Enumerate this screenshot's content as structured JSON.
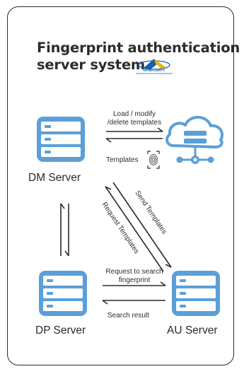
{
  "title": {
    "line1": "Fingerprint authentication",
    "line2": "server system"
  },
  "logo": {
    "text": "HFSECURITY"
  },
  "nodes": {
    "dm": {
      "label": "DM Server",
      "icon": "server-icon"
    },
    "cloud": {
      "icon": "cloud-network-icon"
    },
    "dp": {
      "label": "DP Server",
      "icon": "server-icon"
    },
    "au": {
      "label": "AU Server",
      "icon": "server-icon"
    }
  },
  "edges": {
    "load": {
      "line1": "Load / modify",
      "line2": "/delete templates"
    },
    "templates": {
      "label": "Templates",
      "icon": "fingerprint-icon"
    },
    "send": {
      "label": "Send Templates"
    },
    "request": {
      "label": "Request Templates"
    },
    "search_req": {
      "line1": "Request to search",
      "line2": "fingerprint"
    },
    "search_res": {
      "label": "Search result"
    }
  },
  "colors": {
    "primary": "#5b9fd8",
    "outline": "#2b2b2b",
    "text": "#2a2a2a"
  }
}
